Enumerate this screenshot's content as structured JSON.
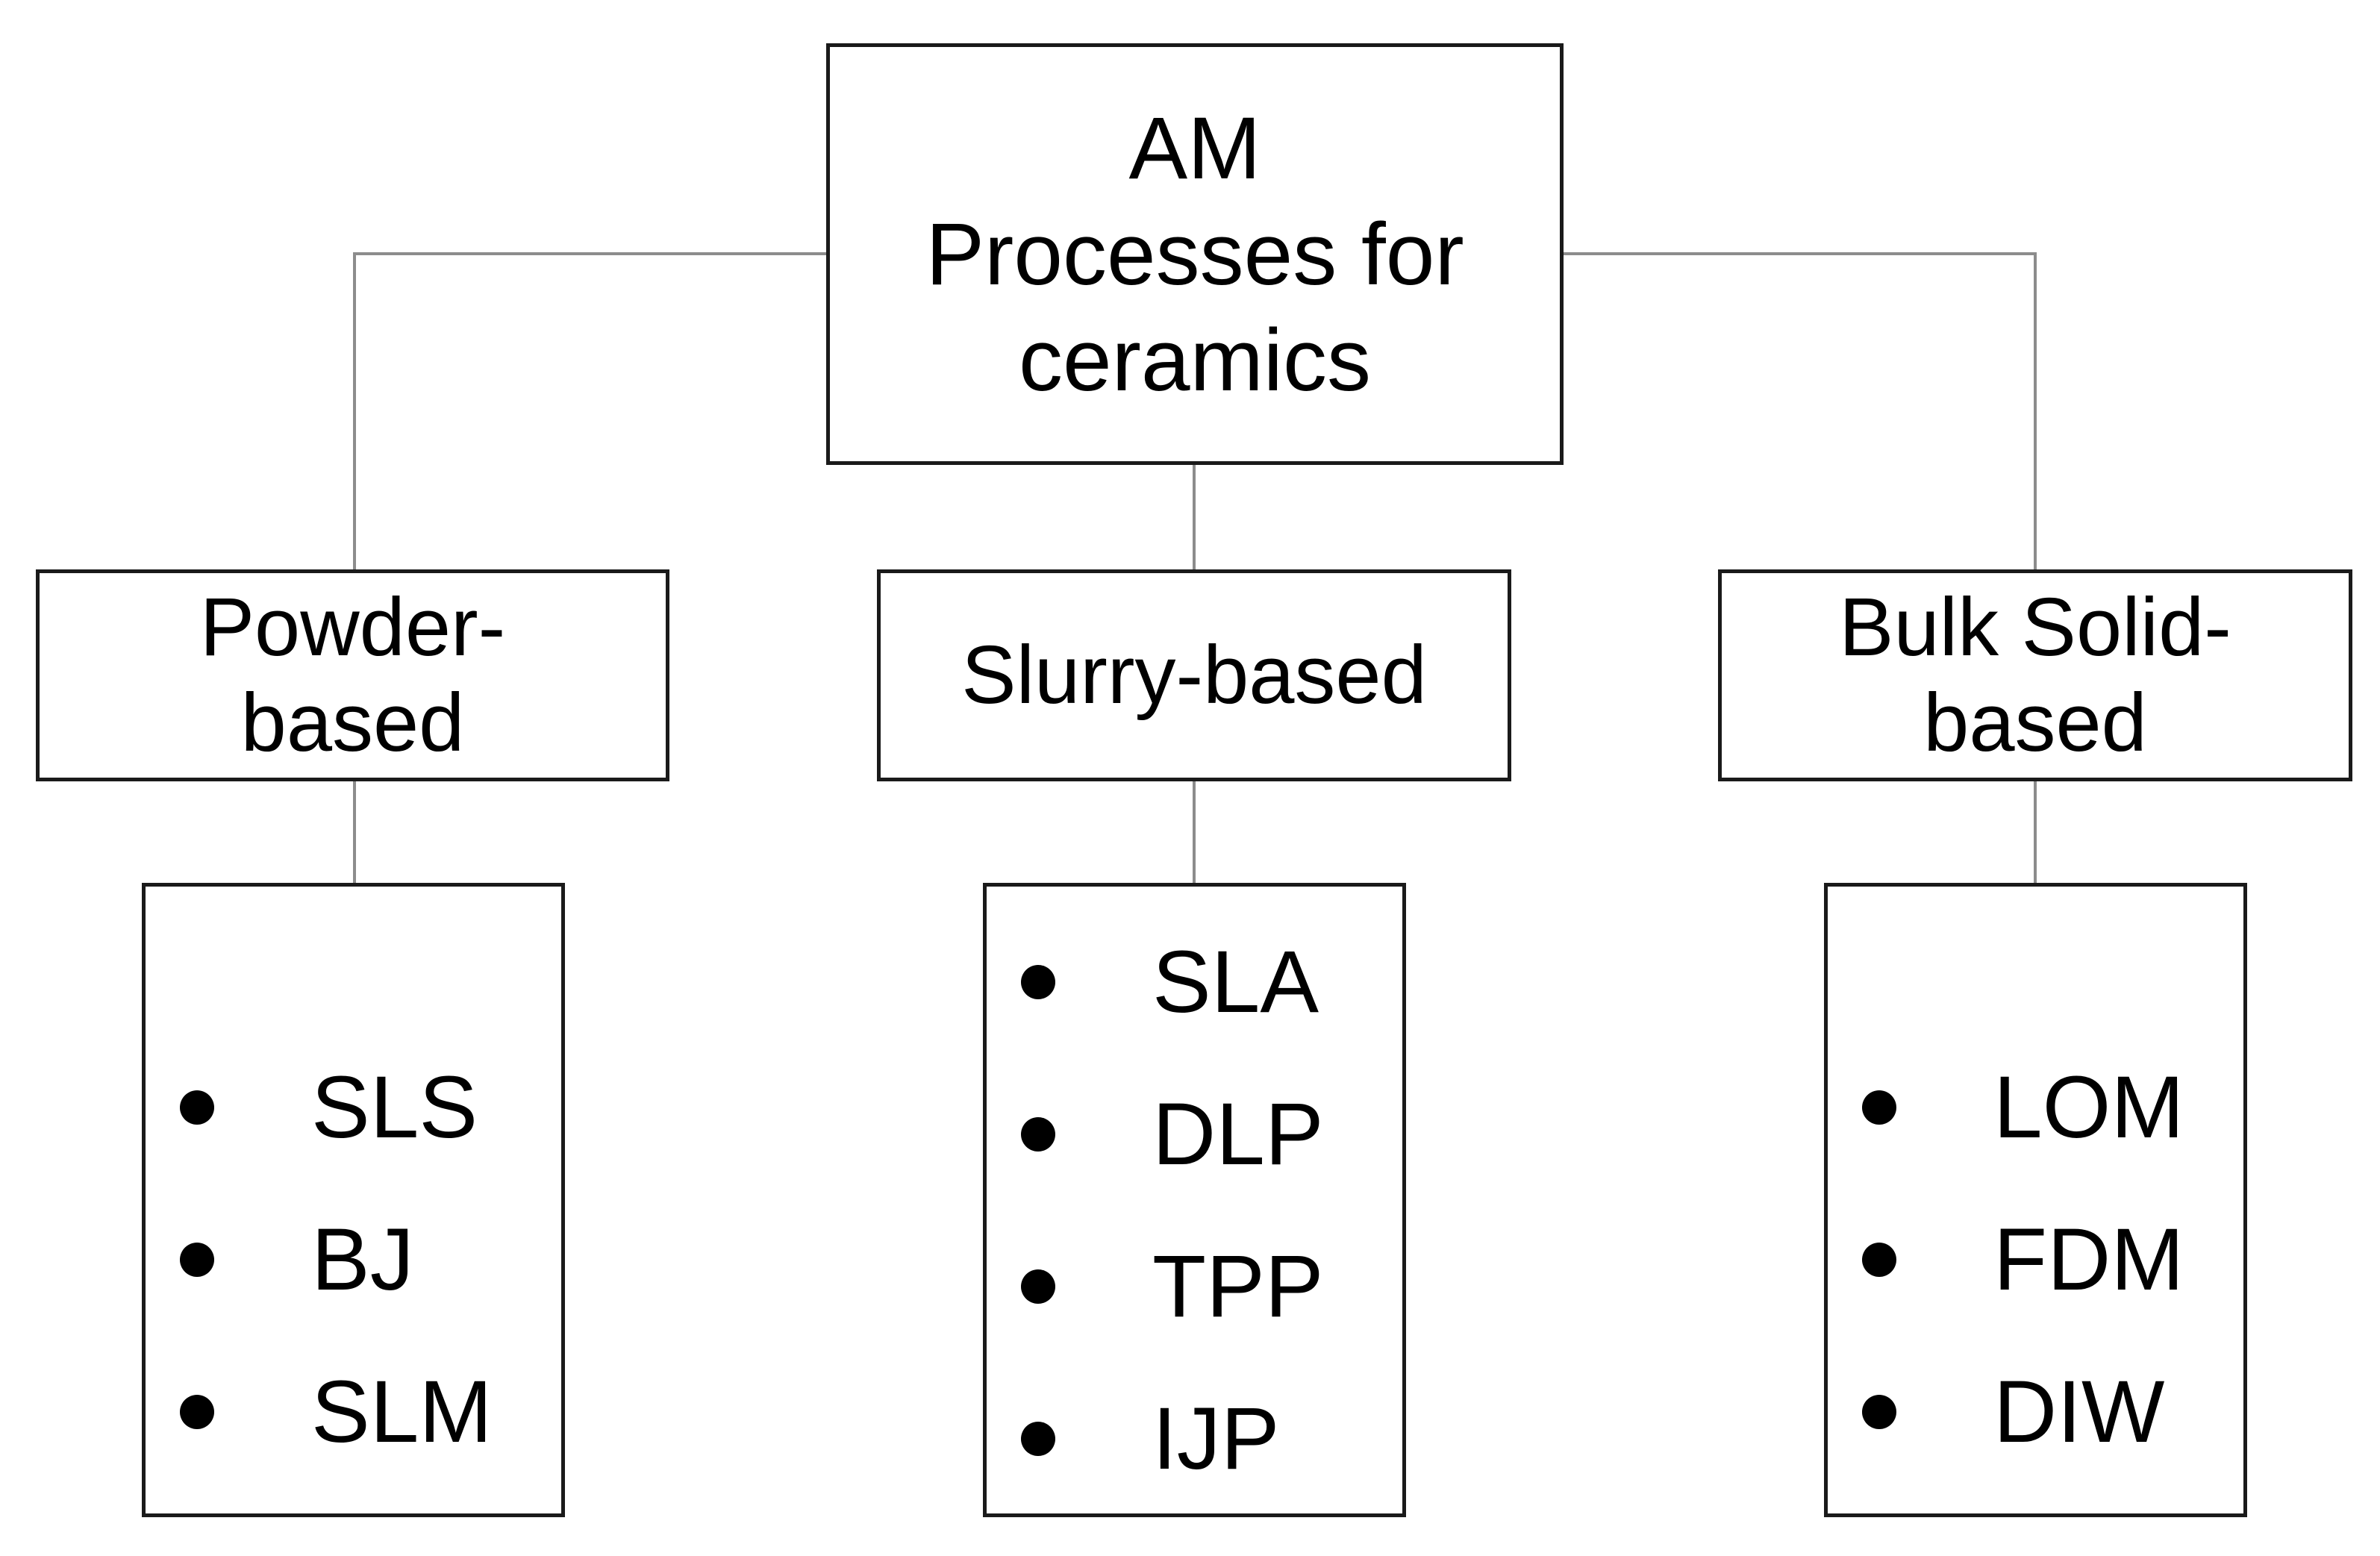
{
  "root": {
    "lines": [
      "AM",
      "Processes for",
      "ceramics"
    ]
  },
  "categories": [
    {
      "id": "powder",
      "lines": [
        "Powder-",
        "based"
      ],
      "items": [
        "SLS",
        "BJ",
        "SLM"
      ]
    },
    {
      "id": "slurry",
      "lines": [
        "Slurry-based"
      ],
      "items": [
        "SLA",
        "DLP",
        "TPP",
        "IJP"
      ]
    },
    {
      "id": "bulk-solid",
      "lines": [
        "Bulk Solid-",
        "based"
      ],
      "items": [
        "LOM",
        "FDM",
        "DIW"
      ]
    }
  ],
  "colors": {
    "box_border": "#1a1a1a",
    "connector": "#8c8c8c",
    "text": "#000000",
    "background": "#ffffff"
  }
}
